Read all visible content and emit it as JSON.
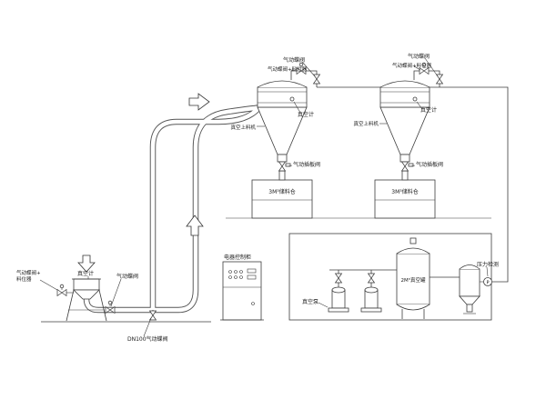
{
  "diagram": {
    "labels": {
      "left_unit": {
        "valve_top": "气动蝶阀",
        "valve_level": "气动蝶阀+料位器",
        "vacuum_gauge": "真空计",
        "feeder": "真空上料机",
        "slide_valve": "气动插板阀",
        "bin": "3M³储料仓"
      },
      "right_unit": {
        "valve_top": "气动蝶阀",
        "valve_level": "气动蝶阀+料位器",
        "vacuum_gauge": "真空计",
        "feeder": "真空上料机",
        "slide_valve": "气动插板阀",
        "bin": "3M³储料仓"
      },
      "feed_station": {
        "valve_level_line1": "气动蝶阀+",
        "valve_level_line2": "料位器",
        "vacuum_gauge": "真空计",
        "valve": "气动蝶阀",
        "dn100": "DN100气动蝶阀"
      },
      "cabinet": "电器控制柜",
      "pump_room": {
        "vacuum_pump": "真空泵",
        "tank": "2M³真空罐",
        "pressure": "压力检测",
        "gauge_letter": "P"
      }
    },
    "colors": {
      "line": "#3c3c3c",
      "pipe": "#555555",
      "text": "#1a1a1a",
      "background": "#ffffff"
    }
  }
}
